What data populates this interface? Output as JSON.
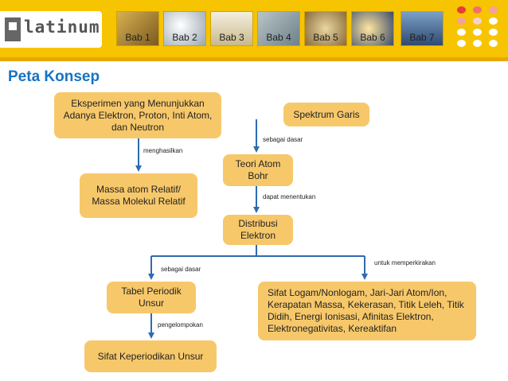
{
  "header": {
    "logo_text": "latinum",
    "chapters": [
      "Bab 1",
      "Bab 2",
      "Bab 3",
      "Bab 4",
      "Bab 5",
      "Bab 6",
      "Bab 7"
    ],
    "colors": {
      "background": "#f6c400",
      "accent_bar": "#e8a700",
      "box": "#f7c86a",
      "line": "#2f6bb1",
      "title": "#1673c3"
    }
  },
  "page_title": "Peta Konsep",
  "nodes": {
    "eksperimen": "Eksperimen yang Menunjukkan Adanya Elektron, Proton, Inti Atom, dan Neutron",
    "spektrum": "Spektrum Garis",
    "massa": "Massa atom Relatif/ Massa Molekul Relatif",
    "teori": "Teori Atom Bohr",
    "distribusi": "Distribusi Elektron",
    "tabel": "Tabel Periodik Unsur",
    "sifat_logam": "Sifat Logam/Nonlogam, Jari-Jari  Atom/Ion, Kerapatan Massa,  Kekerasan, Titik Leleh, Titik Didih, Energi Ionisasi, Afinitas Elektron, Elektronegativitas, Kereaktifan",
    "sifat_keperiodikan": "Sifat Keperiodikan Unsur"
  },
  "edge_labels": {
    "menghasilkan": "menghasilkan",
    "sebagai_dasar_1": "sebagai dasar",
    "dapat_menentukan": "dapat menentukan",
    "sebagai_dasar_2": "sebagai dasar",
    "untuk_memperkirakan": "untuk memperkirakan",
    "pengelompokan": "pengelompokan"
  }
}
